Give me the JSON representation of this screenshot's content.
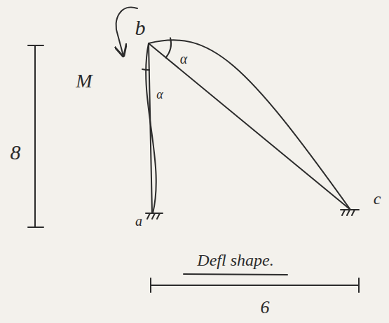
{
  "diagram": {
    "caption": "Defl shape.",
    "labels": [
      "b",
      "α",
      "M",
      "α",
      "8",
      "c",
      "a",
      "6"
    ]
  }
}
